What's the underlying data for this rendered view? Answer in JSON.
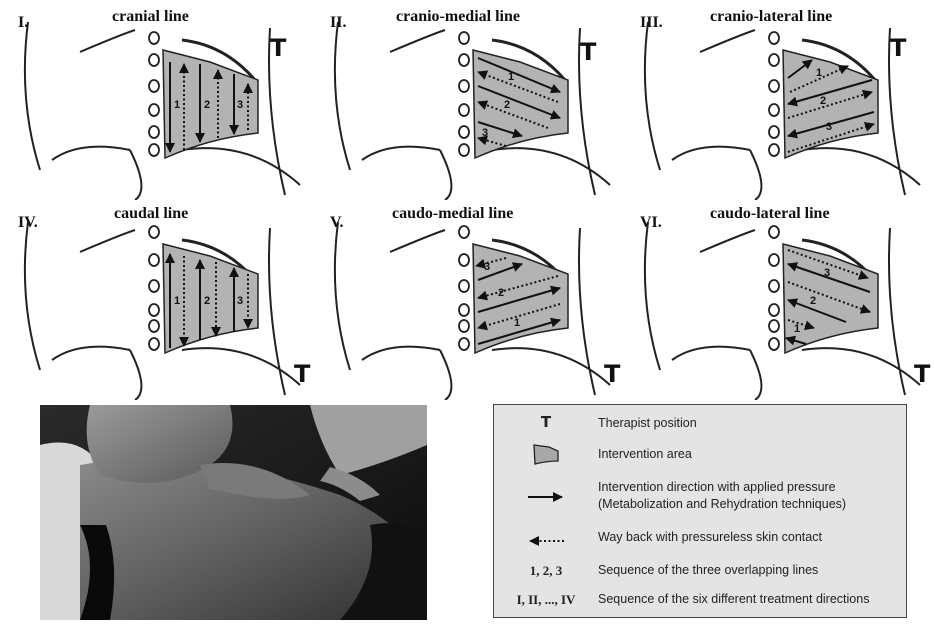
{
  "panels": [
    {
      "roman": "I.",
      "title": "cranial line",
      "therapist": "T",
      "numbers": [
        "1",
        "2",
        "3"
      ]
    },
    {
      "roman": "II.",
      "title": "cranio-medial line",
      "therapist": "T",
      "numbers": [
        "1",
        "2",
        "3"
      ]
    },
    {
      "roman": "III.",
      "title": "cranio-lateral line",
      "therapist": "T",
      "numbers": [
        "1",
        "2",
        "3"
      ]
    },
    {
      "roman": "IV.",
      "title": "caudal line",
      "therapist": "T",
      "numbers": [
        "1",
        "2",
        "3"
      ]
    },
    {
      "roman": "V.",
      "title": "caudo-medial line",
      "therapist": "T",
      "numbers": [
        "3",
        "2",
        "1"
      ]
    },
    {
      "roman": "VI.",
      "title": "caudo-lateral line",
      "therapist": "T",
      "numbers": [
        "3",
        "2",
        "1"
      ]
    }
  ],
  "legend": {
    "therapist_symbol": "T",
    "therapist_label": "Therapist position",
    "area_label": "Intervention area",
    "pressure_label_1": "Intervention direction with applied pressure",
    "pressure_label_2": "(Metabolization and Rehydration techniques)",
    "way_back_label": "Way back with pressureless skin contact",
    "sequence_symbol": "1, 2, 3",
    "sequence_label": "Sequence of the three overlapping lines",
    "directions_symbol": "I, II, ..., IV",
    "directions_label": "Sequence of the six different treatment directions"
  },
  "colors": {
    "area_fill": "#b3b3b3",
    "legend_bg": "#e4e4e4",
    "ink": "#111111"
  }
}
